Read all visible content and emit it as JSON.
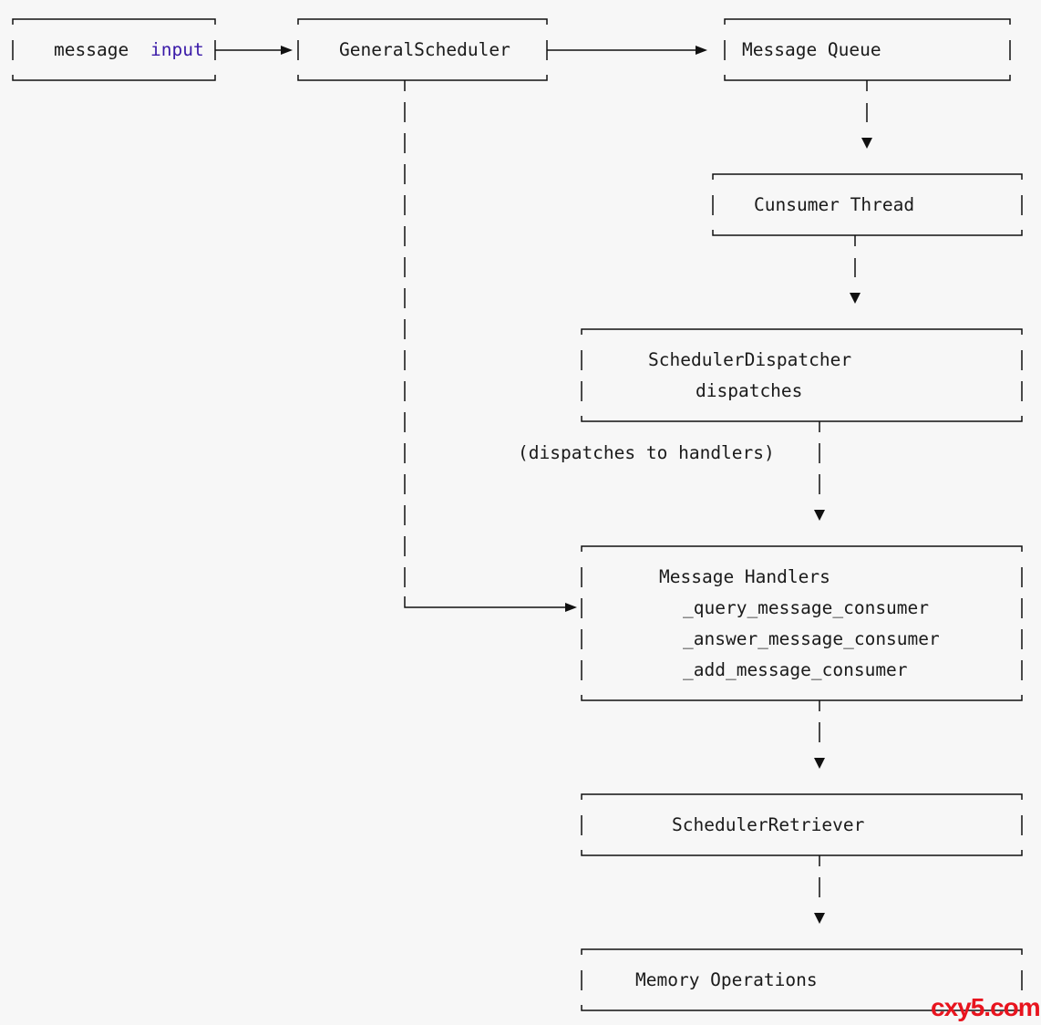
{
  "nodes": {
    "message_input": {
      "word1": "message",
      "word2": "input"
    },
    "general_scheduler": {
      "label": "GeneralScheduler"
    },
    "message_queue": {
      "label": "Message Queue"
    },
    "consumer_thread": {
      "label": "Cunsumer Thread"
    },
    "scheduler_dispatcher": {
      "line1": "SchedulerDispatcher",
      "line2": "dispatches"
    },
    "message_handlers": {
      "title": "Message Handlers",
      "items": [
        "_query_message_consumer",
        "_answer_message_consumer",
        "_add_message_consumer"
      ]
    },
    "scheduler_retriever": {
      "label": "SchedulerRetriever"
    },
    "memory_operations": {
      "label": "Memory Operations"
    }
  },
  "edge_labels": {
    "dispatches_to_handlers": "(dispatches to handlers)"
  },
  "watermark": "cxy5.com",
  "colors": {
    "background": "#f7f7f7",
    "lines": "#111111",
    "text": "#1a1a1a",
    "keyword": "#3a1aa8",
    "watermark": "#e8141e"
  }
}
